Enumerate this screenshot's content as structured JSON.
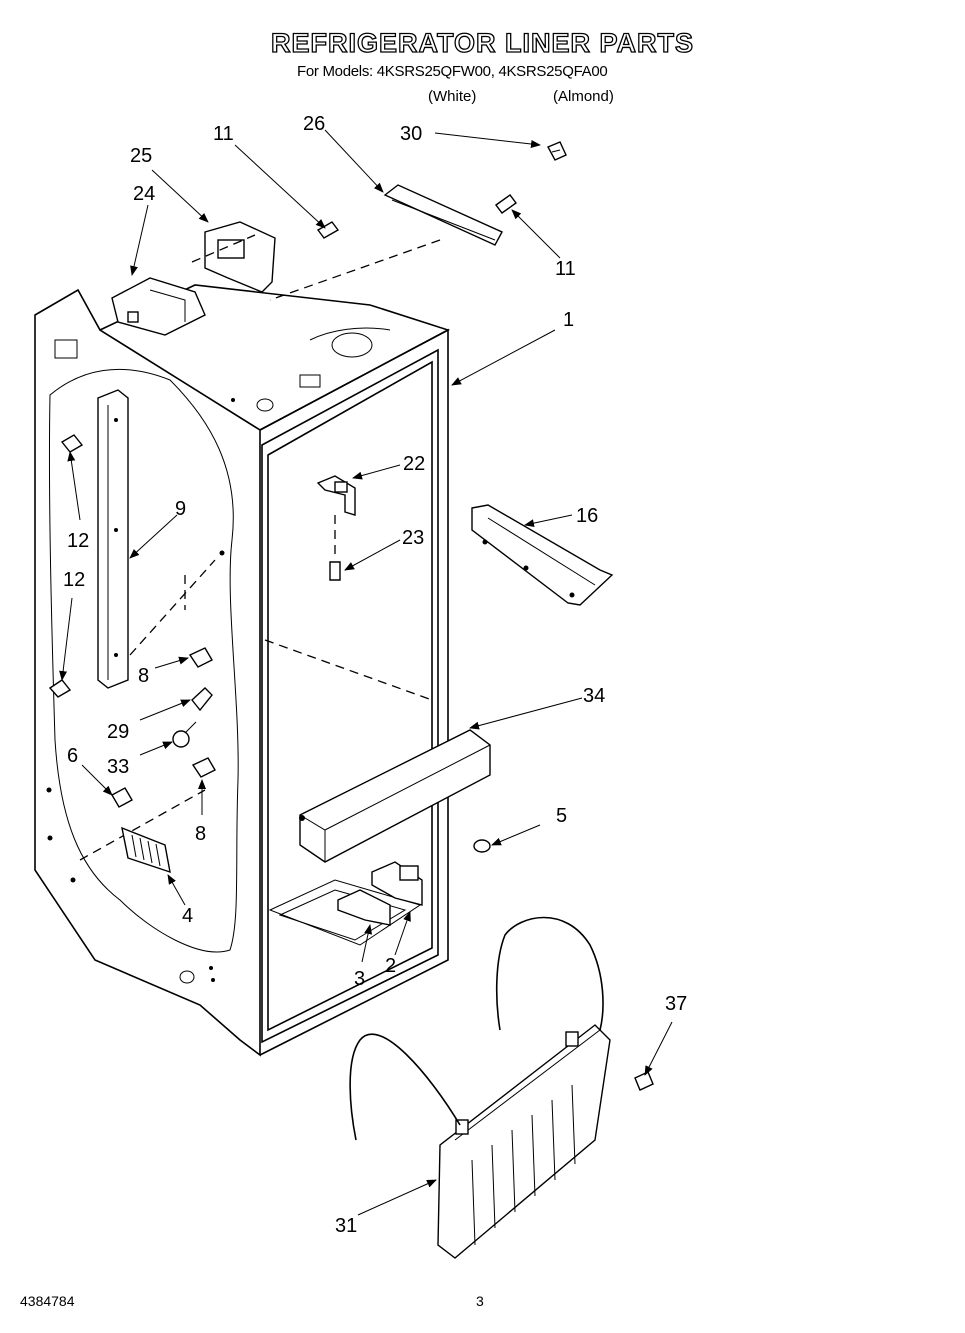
{
  "header": {
    "title": "REFRIGERATOR LINER PARTS",
    "models_line": "For Models: 4KSRS25QFW00, 4KSRS25QFA00",
    "finish_white": "(White)",
    "finish_almond": "(Almond)"
  },
  "callouts": [
    "11",
    "26",
    "30",
    "25",
    "24",
    "11",
    "1",
    "22",
    "16",
    "9",
    "12",
    "23",
    "12",
    "8",
    "29",
    "33",
    "6",
    "34",
    "5",
    "8",
    "4",
    "3",
    "2",
    "37",
    "31"
  ],
  "footer": {
    "doc_number": "4384784",
    "page_number": "3"
  }
}
